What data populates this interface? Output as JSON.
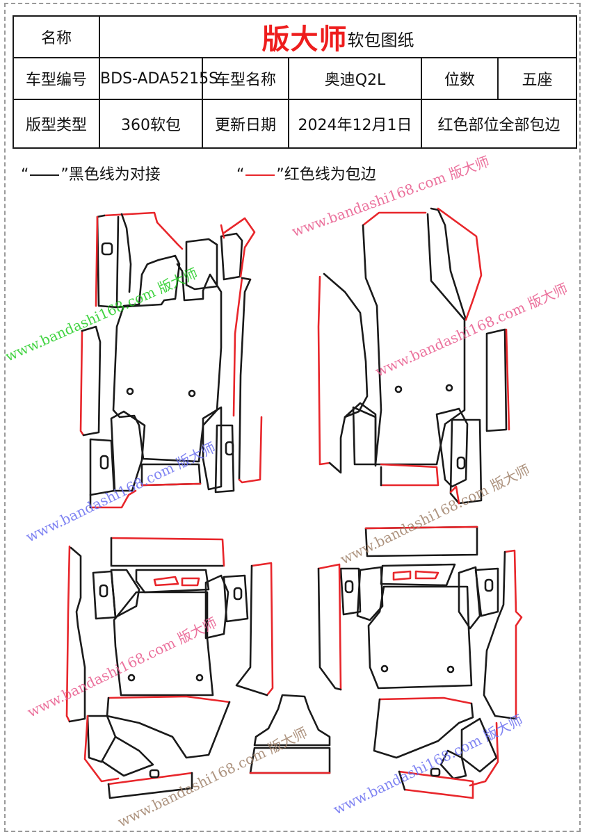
{
  "table": {
    "name_label": "名称",
    "brand": "版大师",
    "brand_sub": "软包图纸",
    "model_code_label": "车型编号",
    "model_code": "BDS-ADA5215S",
    "model_name_label": "车型名称",
    "model_name": "奥迪Q2L",
    "seats_label": "位数",
    "seats": "五座",
    "type_label": "版型类型",
    "type_value": "360软包",
    "update_label": "更新日期",
    "update_value": "2024年12月1日",
    "note": "红色部位全部包边"
  },
  "legend": {
    "black_text": "”黑色线为对接",
    "red_text": "”红色线为包边",
    "quote_open": "“"
  },
  "watermark": {
    "site": "www.bandashi168.com",
    "brand": "版大师"
  },
  "colors": {
    "brand": "#ee1d1d",
    "join_line": "#1a1a1a",
    "edge_line": "#e8262b",
    "watermark_pink": "#e85a8c",
    "watermark_blue": "#6a6ff0",
    "watermark_green": "#22cc22",
    "watermark_brown": "#a0826a"
  }
}
